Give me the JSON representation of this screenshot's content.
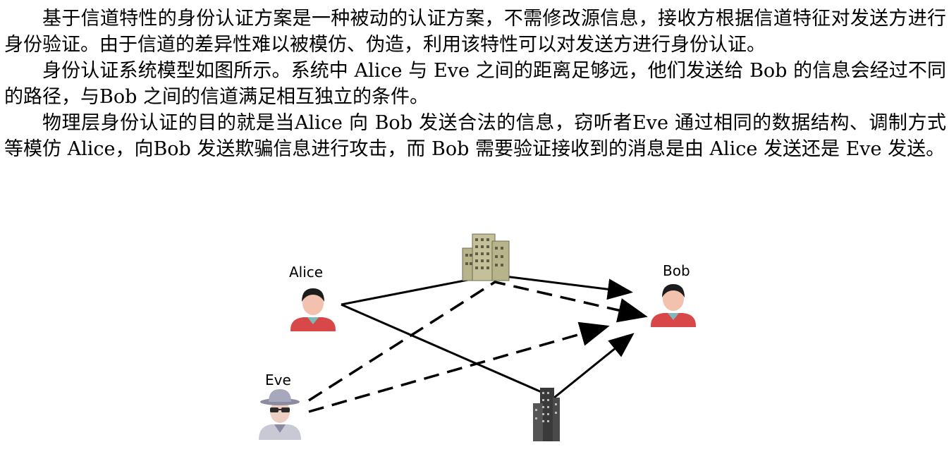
{
  "paragraphs": [
    "基于信道特性的身份认证方案是一种被动的认证方案，不需修改源信息，接收方根据信道特征对发送方进行身份验证。由于信道的差异性难以被模仿、伪造，利用该特性可以对发送方进行身份认证。",
    "身份认证系统模型如图所示。系统中 Alice 与 Eve 之间的距离足够远，他们发送给 Bob 的信息会经过不同的路径，与Bob 之间的信道满足相互独立的条件。",
    "物理层身份认证的目的就是当Alice 向 Bob 发送合法的信息，窃听者Eve 通过相同的数据结构、调制方式等模仿 Alice，向Bob 发送欺骗信息进行攻击，而 Bob 需要验证接收到的消息是由 Alice 发送还是 Eve 发送。"
  ],
  "figure": {
    "labels": {
      "alice": "Alice",
      "bob": "Bob",
      "eve": "Eve"
    },
    "icons": {
      "alice": "person-icon",
      "bob": "person-icon",
      "eve": "spy-person-icon",
      "top_building": "building-icon",
      "bottom_building": "skyscraper-icon"
    },
    "paths": [
      {
        "from": "Alice",
        "via": "building",
        "to": "Bob",
        "style": "solid"
      },
      {
        "from": "Alice",
        "via": "skyscraper",
        "to": "Bob",
        "style": "solid"
      },
      {
        "from": "Eve",
        "via": "building",
        "to": "Bob",
        "style": "dashed"
      },
      {
        "from": "Eve",
        "via": "direct",
        "to": "Bob",
        "style": "dashed"
      }
    ],
    "colors": {
      "shirt": "#d94848",
      "skin": "#f2c2ae",
      "hair": "#1c1c1c",
      "building": "#b7b48c",
      "skyscraper": "#3a3a3a",
      "line": "#000000"
    }
  }
}
